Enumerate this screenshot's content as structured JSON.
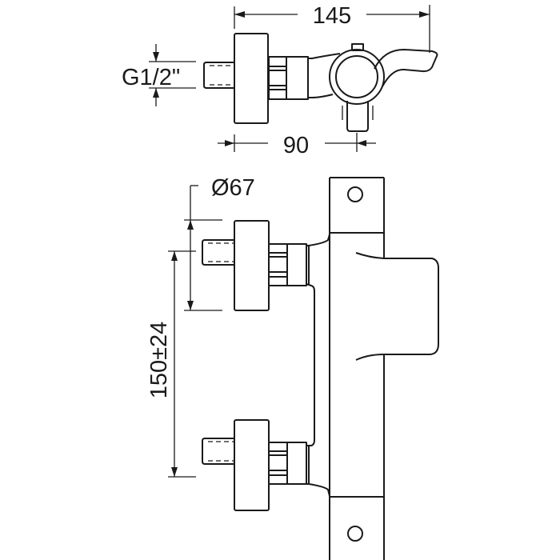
{
  "title": "Thermostatic bath mixer dimensional drawing",
  "dimensions": {
    "overall_depth": "145",
    "inlet_thread": "G1/2\"",
    "outlet_depth": "90",
    "escutcheon_diameter": "Ø67",
    "inlet_centres": "150±24"
  },
  "colors": {
    "line": "#1a1a1a",
    "background": "#ffffff"
  }
}
